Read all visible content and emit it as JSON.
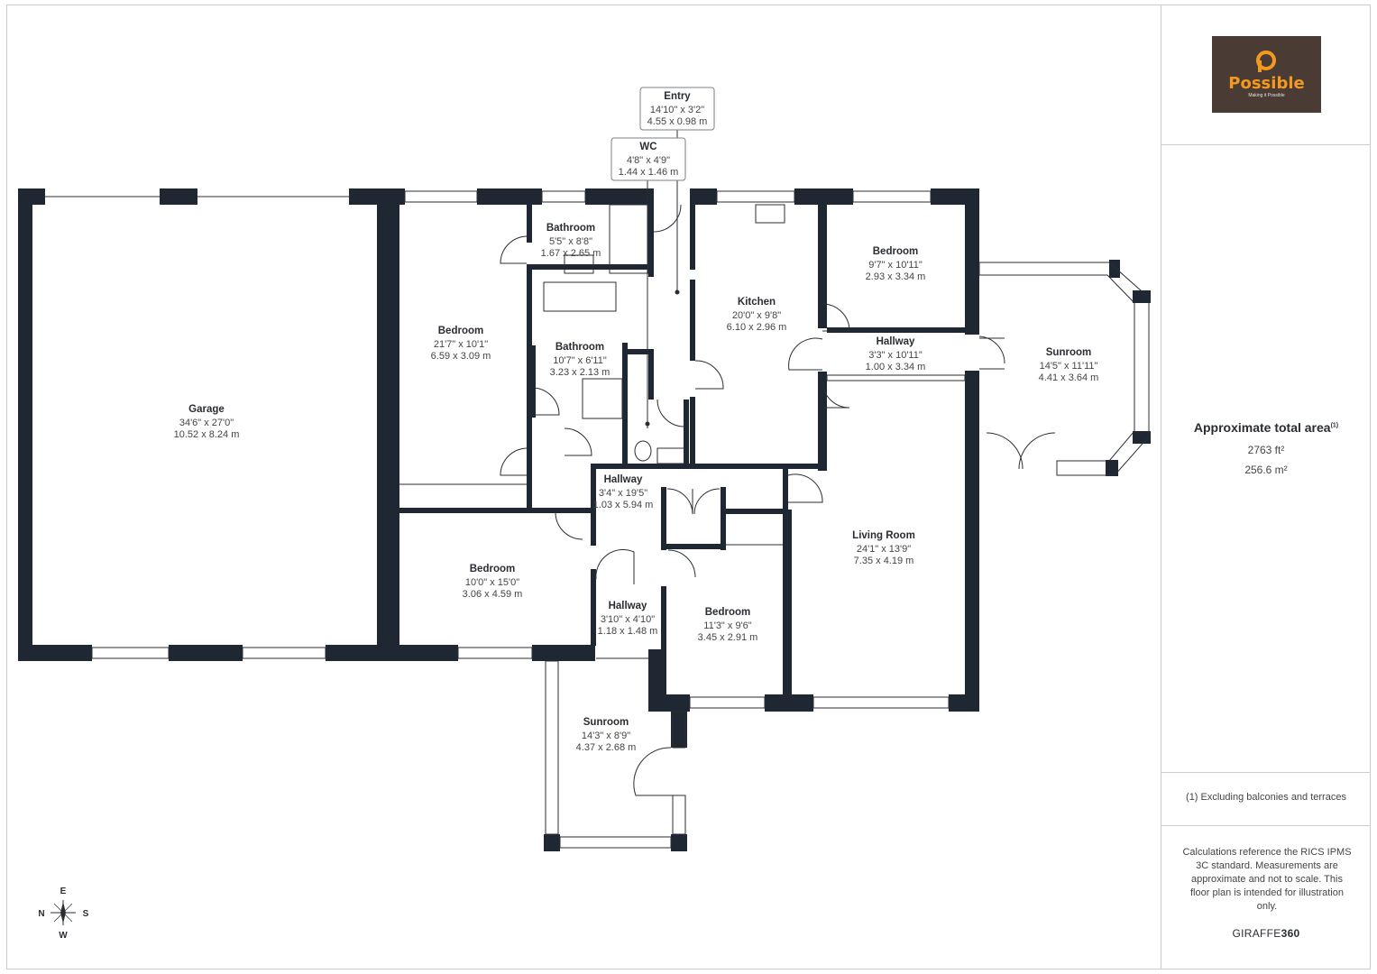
{
  "brand": {
    "logo_name": "Possible",
    "logo_tagline": "Making it Possible",
    "accent": "#f39a1e",
    "logo_bg": "#4a3c35"
  },
  "summary": {
    "title": "Approximate total area",
    "title_note": "(1)",
    "area_ft": "2763 ft²",
    "area_m": "256.6 m²",
    "footnote": "(1) Excluding balconies and terraces",
    "calc_note": "Calculations reference the RICS IPMS 3C standard. Measurements are approximate and not to scale. This floor plan is intended for illustration only.",
    "credit_a": "GIRAFFE",
    "credit_b": "360"
  },
  "compass": {
    "n": "N",
    "e": "E",
    "s": "S",
    "w": "W"
  },
  "colors": {
    "wall": "#1f2733",
    "line": "#2a2d33"
  },
  "rooms": {
    "entry": {
      "name": "Entry",
      "imperial": "14'10\" x 3'2\"",
      "metric": "4.55 x 0.98 m"
    },
    "wc": {
      "name": "WC",
      "imperial": "4'8\" x 4'9\"",
      "metric": "1.44 x 1.46 m"
    },
    "garage": {
      "name": "Garage",
      "imperial": "34'6\" x 27'0\"",
      "metric": "10.52 x 8.24 m"
    },
    "bedroom1": {
      "name": "Bedroom",
      "imperial": "21'7\" x 10'1\"",
      "metric": "6.59 x 3.09 m"
    },
    "bathroom1": {
      "name": "Bathroom",
      "imperial": "5'5\" x 8'8\"",
      "metric": "1.67 x 2.65 m"
    },
    "bathroom2": {
      "name": "Bathroom",
      "imperial": "10'7\" x 6'11\"",
      "metric": "3.23 x 2.13 m"
    },
    "kitchen": {
      "name": "Kitchen",
      "imperial": "20'0\" x 9'8\"",
      "metric": "6.10 x 2.96 m"
    },
    "bedroom2": {
      "name": "Bedroom",
      "imperial": "9'7\" x 10'11\"",
      "metric": "2.93 x 3.34 m"
    },
    "hallway1": {
      "name": "Hallway",
      "imperial": "3'3\" x 10'11\"",
      "metric": "1.00 x 3.34 m"
    },
    "sunroom1": {
      "name": "Sunroom",
      "imperial": "14'5\" x 11'11\"",
      "metric": "4.41 x 3.64 m"
    },
    "hallway2": {
      "name": "Hallway",
      "imperial": "3'4\" x 19'5\"",
      "metric": "1.03 x 5.94 m"
    },
    "living": {
      "name": "Living Room",
      "imperial": "24'1\" x 13'9\"",
      "metric": "7.35 x 4.19 m"
    },
    "bedroom3": {
      "name": "Bedroom",
      "imperial": "10'0\" x 15'0\"",
      "metric": "3.06 x 4.59 m"
    },
    "hallway3": {
      "name": "Hallway",
      "imperial": "3'10\" x 4'10\"",
      "metric": "1.18 x 1.48 m"
    },
    "bedroom4": {
      "name": "Bedroom",
      "imperial": "11'3\" x 9'6\"",
      "metric": "3.45 x 2.91 m"
    },
    "sunroom2": {
      "name": "Sunroom",
      "imperial": "14'3\" x 8'9\"",
      "metric": "4.37 x 2.68 m"
    }
  }
}
